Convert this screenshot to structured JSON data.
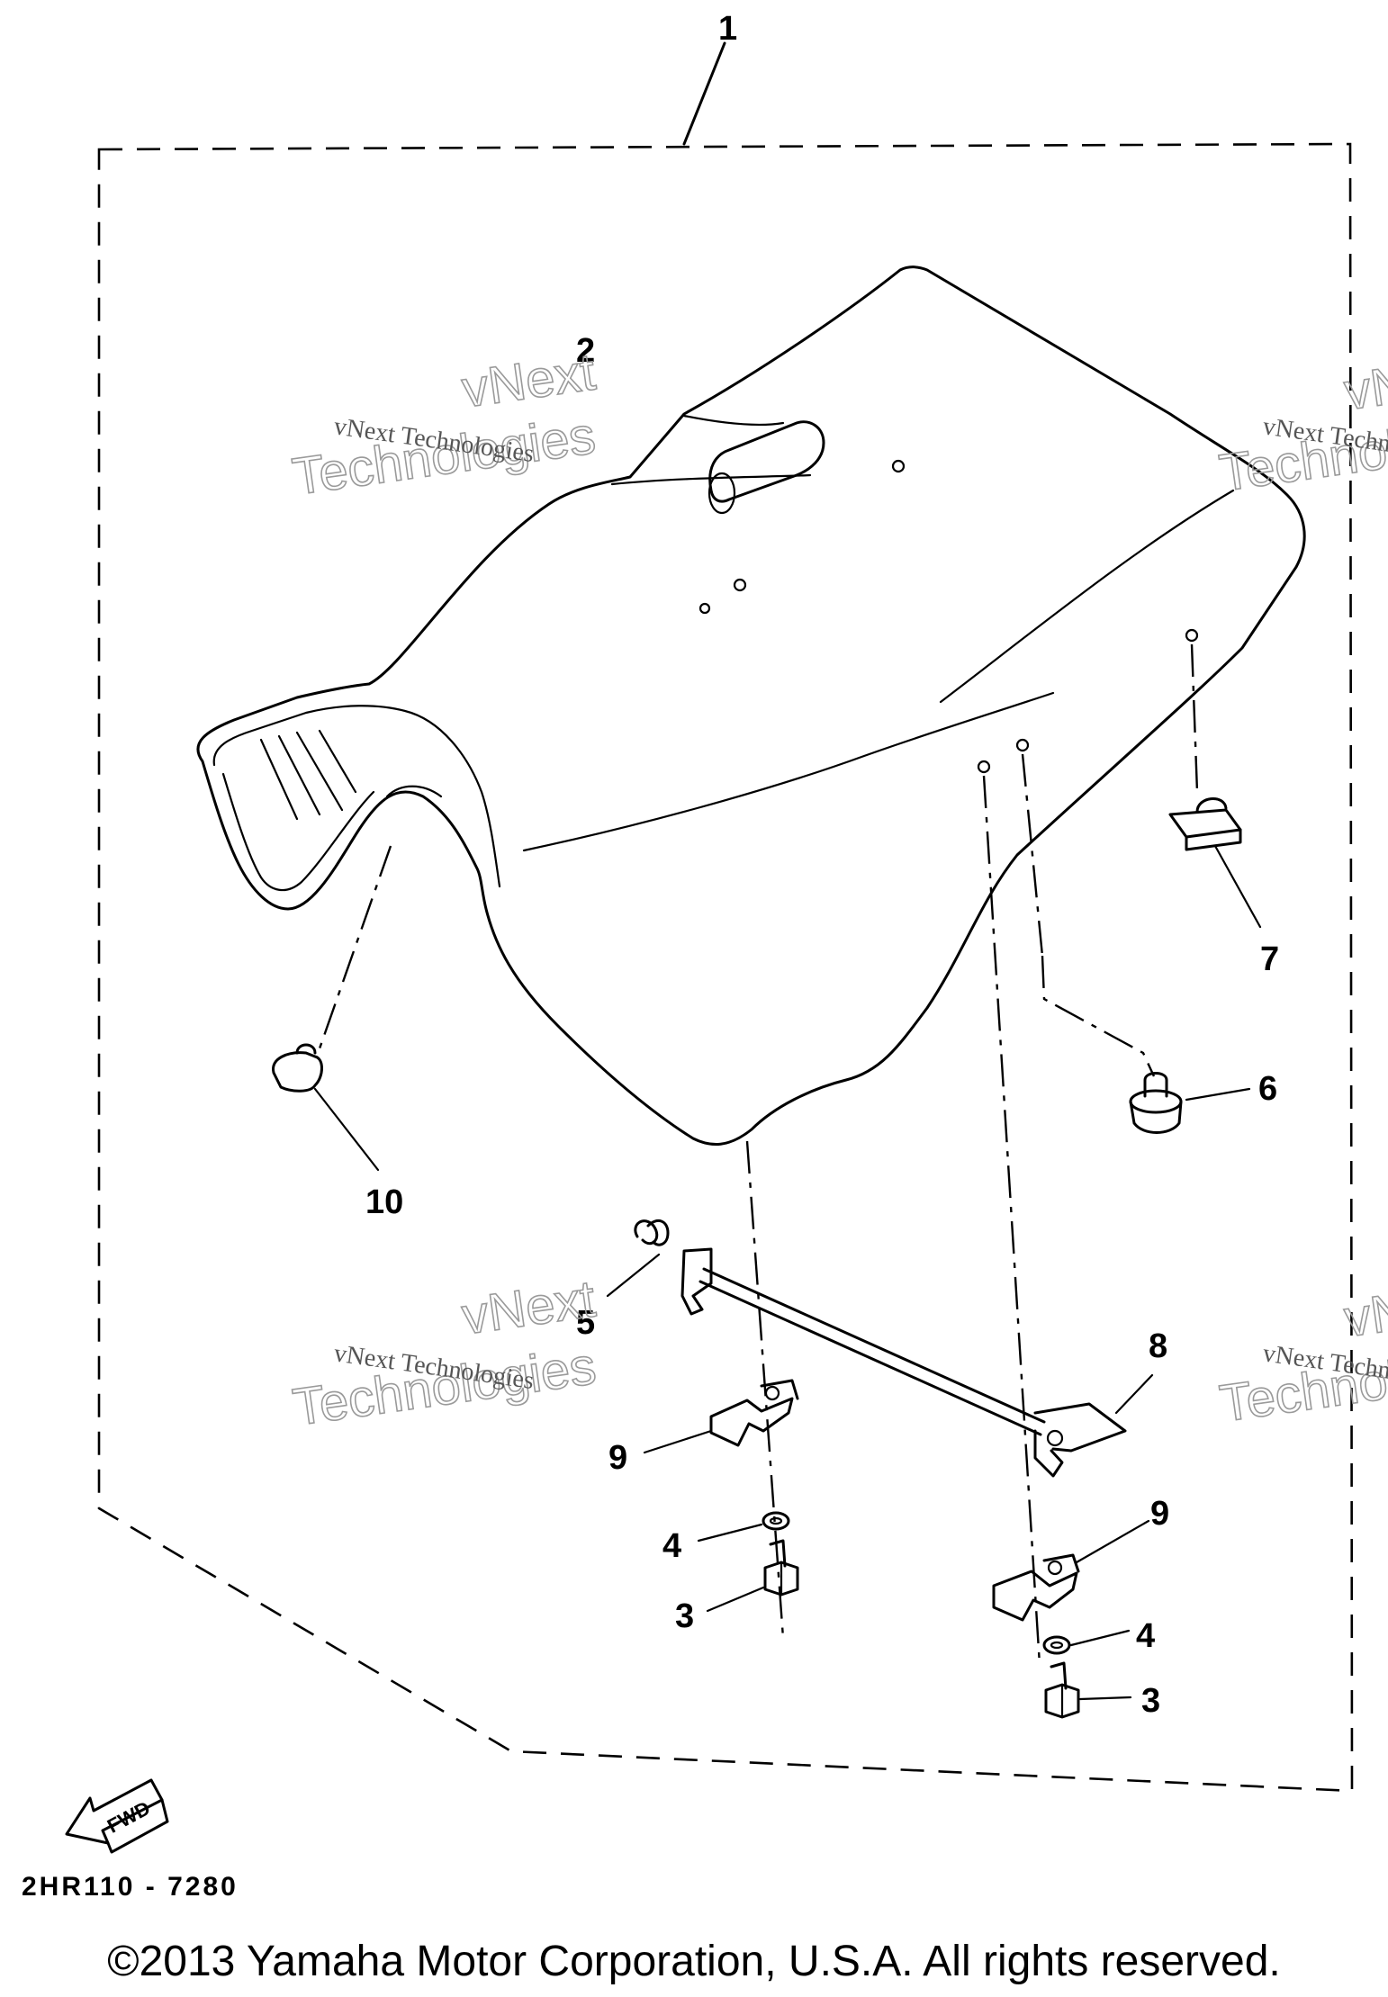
{
  "callouts": [
    {
      "id": "c1",
      "label": "1"
    },
    {
      "id": "c2",
      "label": "2"
    },
    {
      "id": "c3a",
      "label": "3"
    },
    {
      "id": "c3b",
      "label": "3"
    },
    {
      "id": "c4a",
      "label": "4"
    },
    {
      "id": "c4b",
      "label": "4"
    },
    {
      "id": "c5",
      "label": "5"
    },
    {
      "id": "c6",
      "label": "6"
    },
    {
      "id": "c7",
      "label": "7"
    },
    {
      "id": "c8",
      "label": "8"
    },
    {
      "id": "c9a",
      "label": "9"
    },
    {
      "id": "c9b",
      "label": "9"
    },
    {
      "id": "c10",
      "label": "10"
    }
  ],
  "watermark": {
    "line1": "vNext Technologies",
    "brand_top": "vNext",
    "brand_bottom": "Technologies"
  },
  "fwd_label": "FWD",
  "diagram_code": "2HR110 - 7280",
  "copyright": "©2013 Yamaha Motor Corporation, U.S.A. All rights reserved."
}
